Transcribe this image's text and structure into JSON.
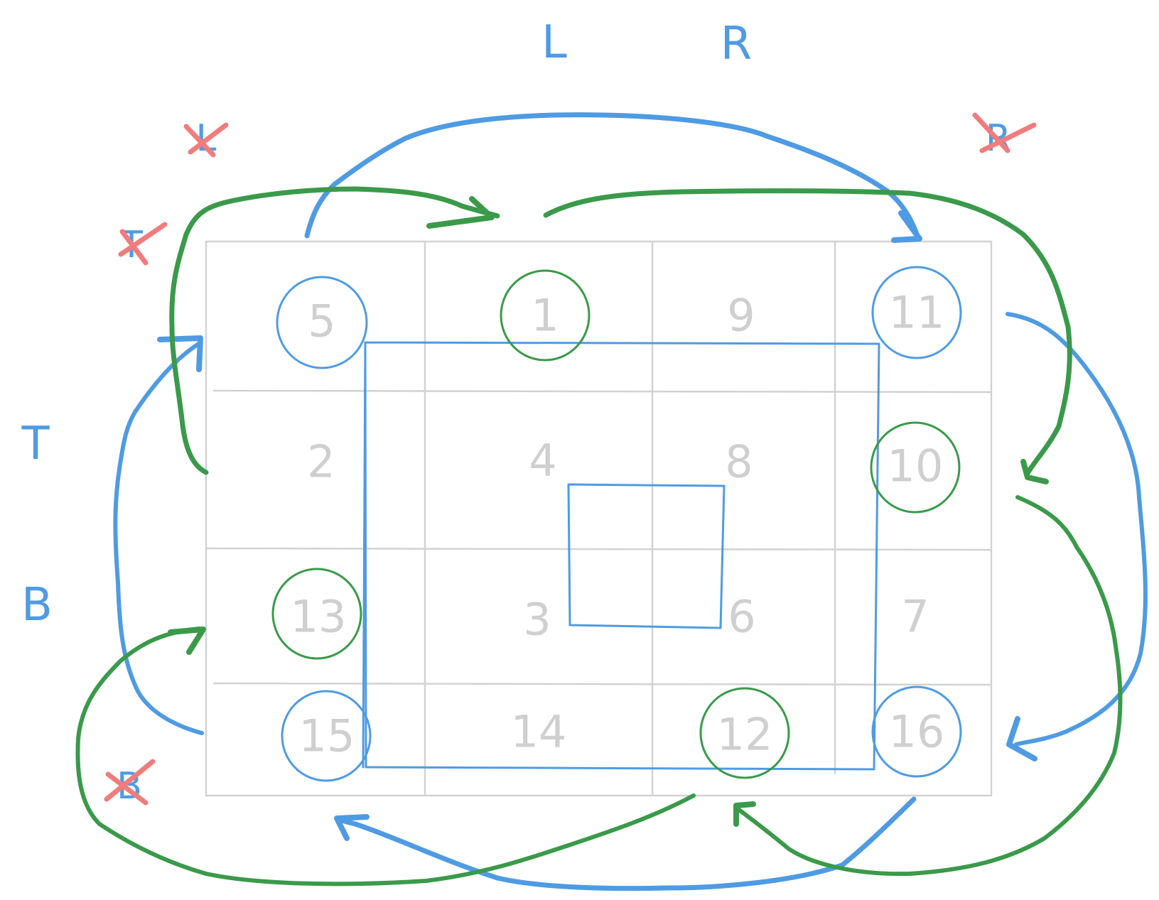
{
  "colors": {
    "blue": "#4f9be3",
    "green": "#3a9a4a",
    "red": "#f07c7c",
    "grid": "#d2d2d2",
    "number": "#cfcfcf"
  },
  "side_labels": {
    "left": "L",
    "right": "R",
    "top": "T",
    "bottom": "B"
  },
  "crossed_labels": {
    "left": "L",
    "right": "R",
    "top": "T",
    "bottom": "B"
  },
  "grid": {
    "rows": [
      [
        {
          "n": "5",
          "ring": "blue"
        },
        {
          "n": "1",
          "ring": "green"
        },
        {
          "n": "9",
          "ring": ""
        },
        {
          "n": "11",
          "ring": "blue"
        }
      ],
      [
        {
          "n": "2",
          "ring": ""
        },
        {
          "n": "4",
          "ring": ""
        },
        {
          "n": "8",
          "ring": ""
        },
        {
          "n": "10",
          "ring": "green"
        }
      ],
      [
        {
          "n": "13",
          "ring": "green"
        },
        {
          "n": "3",
          "ring": ""
        },
        {
          "n": "6",
          "ring": ""
        },
        {
          "n": "7",
          "ring": ""
        }
      ],
      [
        {
          "n": "15",
          "ring": "blue"
        },
        {
          "n": "14",
          "ring": ""
        },
        {
          "n": "12",
          "ring": "green"
        },
        {
          "n": "16",
          "ring": "blue"
        }
      ]
    ]
  }
}
